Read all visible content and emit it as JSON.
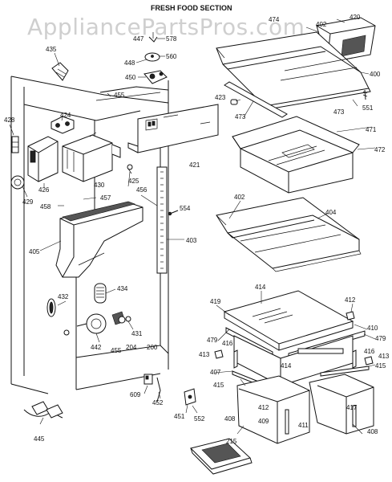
{
  "title": "FRESH FOOD SECTION",
  "watermark": "AppliancePartsPros.com",
  "parts": {
    "p200": "200",
    "p204": "204",
    "p215": "215",
    "p400": "400",
    "p402a": "402",
    "p402b": "402",
    "p403": "403",
    "p404": "404",
    "p405": "405",
    "p407": "407",
    "p408a": "408",
    "p408b": "408",
    "p409": "409",
    "p410": "410",
    "p411": "411",
    "p412a": "412",
    "p412b": "412",
    "p413a": "413",
    "p413b": "413",
    "p414a": "414",
    "p414b": "414",
    "p415a": "415",
    "p415b": "415",
    "p416a": "416",
    "p416b": "416",
    "p417": "417",
    "p419": "419",
    "p420": "420",
    "p421": "421",
    "p423": "423",
    "p424": "424",
    "p425": "425",
    "p426": "426",
    "p428": "428",
    "p429": "429",
    "p430": "430",
    "p431": "431",
    "p432": "432",
    "p434": "434",
    "p435": "435",
    "p442": "442",
    "p445": "445",
    "p447": "447",
    "p448": "448",
    "p450": "450",
    "p451": "451",
    "p452": "452",
    "p455a": "455",
    "p455b": "455",
    "p456": "456",
    "p457": "457",
    "p458": "458",
    "p471": "471",
    "p472": "472",
    "p473a": "473",
    "p473b": "473",
    "p474": "474",
    "p479a": "479",
    "p479b": "479",
    "p551": "551",
    "p552": "552",
    "p554": "554",
    "p560": "560",
    "p578": "578",
    "p609": "609"
  }
}
